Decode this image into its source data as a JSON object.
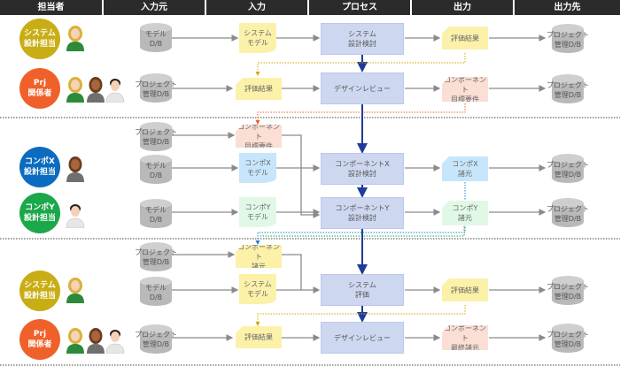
{
  "headers": [
    "担当者",
    "入力元",
    "入力",
    "プロセス",
    "出力",
    "出力先"
  ],
  "colors": {
    "header_bg": "#2b2b2b",
    "system_role": "#c9ad14",
    "prj_role": "#f0602a",
    "compx_role": "#0b6cbf",
    "compy_role": "#1aa84a",
    "process_fill": "#cdd7f0",
    "process_arrow": "#1f3b9a",
    "yellow_doc": "#fbf1a9",
    "pink_doc": "#fbded4",
    "blue_doc": "#c8e6fb",
    "green_doc": "#e2f8e6",
    "db_gray": "#b9b9b9"
  },
  "roles": [
    {
      "label": "システム\n設計担当",
      "people": [
        "woman-blonde"
      ]
    },
    {
      "label": "Prj\n関係者",
      "people": [
        "woman-blonde",
        "woman-dark",
        "man"
      ]
    },
    {
      "label": "コンポX\n設計担当",
      "people": [
        "woman-dark"
      ]
    },
    {
      "label": "コンポY\n設計担当",
      "people": [
        "man"
      ]
    },
    {
      "label": "システム\n設計担当",
      "people": [
        "woman-blonde"
      ]
    },
    {
      "label": "Prj\n関係者",
      "people": [
        "woman-blonde",
        "woman-dark",
        "man"
      ]
    }
  ],
  "sources": {
    "model_db": "モデル\nD/B",
    "project_db": "プロジェクト\n管理D/B"
  },
  "inputs": [
    "システム\nモデル",
    "評価結果",
    "コンポーネント\n目標要件",
    "コンポX\nモデル",
    "コンポY\nモデル",
    "コンポーネント\n諸元",
    "システム\nモデル",
    "評価結果"
  ],
  "processes": [
    "システム\n設計検討",
    "デザインレビュー",
    "コンポーネントX\n設計検討",
    "コンポーネントY\n設計検討",
    "システム\n評価",
    "デザインレビュー"
  ],
  "outputs": [
    "評価結果",
    "コンポーネント\n目標要件",
    "コンポX\n諸元",
    "コンポY\n諸元",
    "評価結果",
    "コンポーネント\n最終諸元"
  ],
  "destinations": [
    "プロジェクト\n管理D/B",
    "プロジェクト\n管理D/B",
    "プロジェクト\n管理D/B",
    "プロジェクト\n管理D/B",
    "プロジェクト\n管理D/B",
    "プロジェクト\n管理D/B"
  ]
}
